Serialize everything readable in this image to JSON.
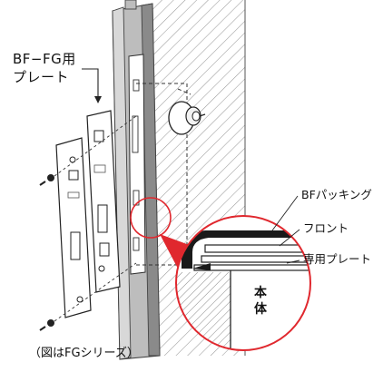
{
  "labels": {
    "plate_line1": "BF−FG用",
    "plate_line2": "プレート",
    "bf_packing": "BFパッキング",
    "front": "フロント",
    "dedicated_plate": "専用プレート",
    "body_line1": "本",
    "body_line2": "体",
    "caption": "（図はFGシリーズ）"
  },
  "colors": {
    "line": "#222222",
    "callout_red": "#e0282e",
    "frame_fill": "#bdbdbd",
    "frame_edge": "#8a8a8a",
    "hatch": "#9a9a9a",
    "packing": "#1a1a1a"
  }
}
